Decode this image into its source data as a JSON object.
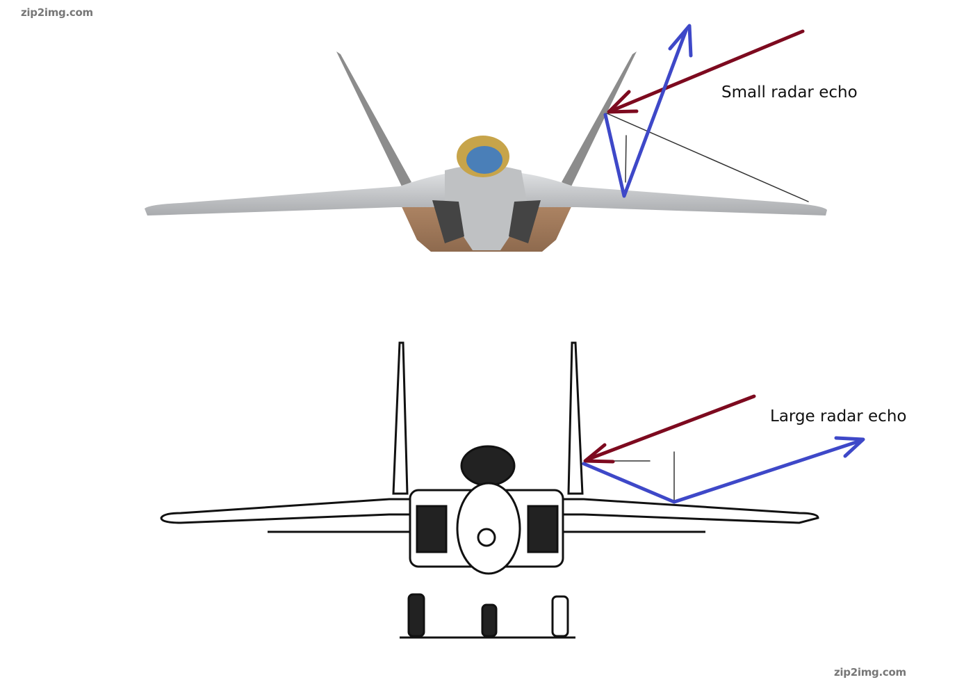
{
  "watermark_top": "zip2img.com",
  "watermark_bottom": "zip2img.com",
  "labels": {
    "stealth": "Small radar echo",
    "conventional": "Large radar echo"
  },
  "colors": {
    "incident_ray": "#7d0a1f",
    "reflected_ray": "#3e48c8",
    "normal_line": "#333333",
    "stealth_body": "#c9cbcd",
    "stealth_underside": "#a57e5c"
  }
}
